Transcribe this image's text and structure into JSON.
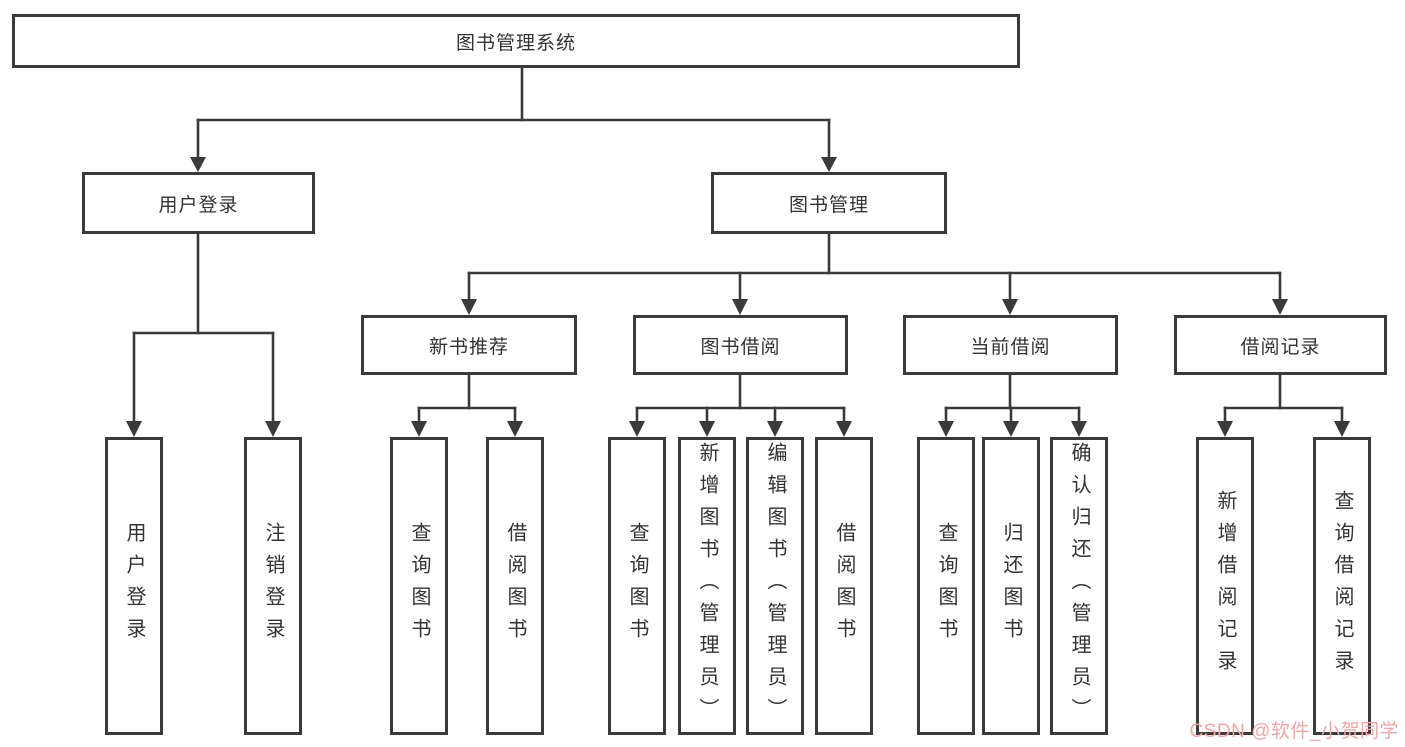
{
  "colors": {
    "line": "#3a3a3a",
    "text": "#333333",
    "watermark": "#f2a6a6",
    "background": "#ffffff"
  },
  "tree": {
    "root": "图书管理系统",
    "login": {
      "label": "用户登录",
      "children": [
        "用户登录",
        "注销登录"
      ]
    },
    "mgmt": {
      "label": "图书管理",
      "children": [
        {
          "label": "新书推荐",
          "children": [
            "查询图书",
            "借阅图书"
          ]
        },
        {
          "label": "图书借阅",
          "children": [
            "查询图书",
            "新增图书（管理员）",
            "编辑图书（管理员）",
            "借阅图书"
          ]
        },
        {
          "label": "当前借阅",
          "children": [
            "查询图书",
            "归还图书",
            "确认归还（管理员）"
          ]
        },
        {
          "label": "借阅记录",
          "children": [
            "新增借阅记录",
            "查询借阅记录"
          ]
        }
      ]
    }
  },
  "watermark": "CSDN @软件_小贺同学"
}
